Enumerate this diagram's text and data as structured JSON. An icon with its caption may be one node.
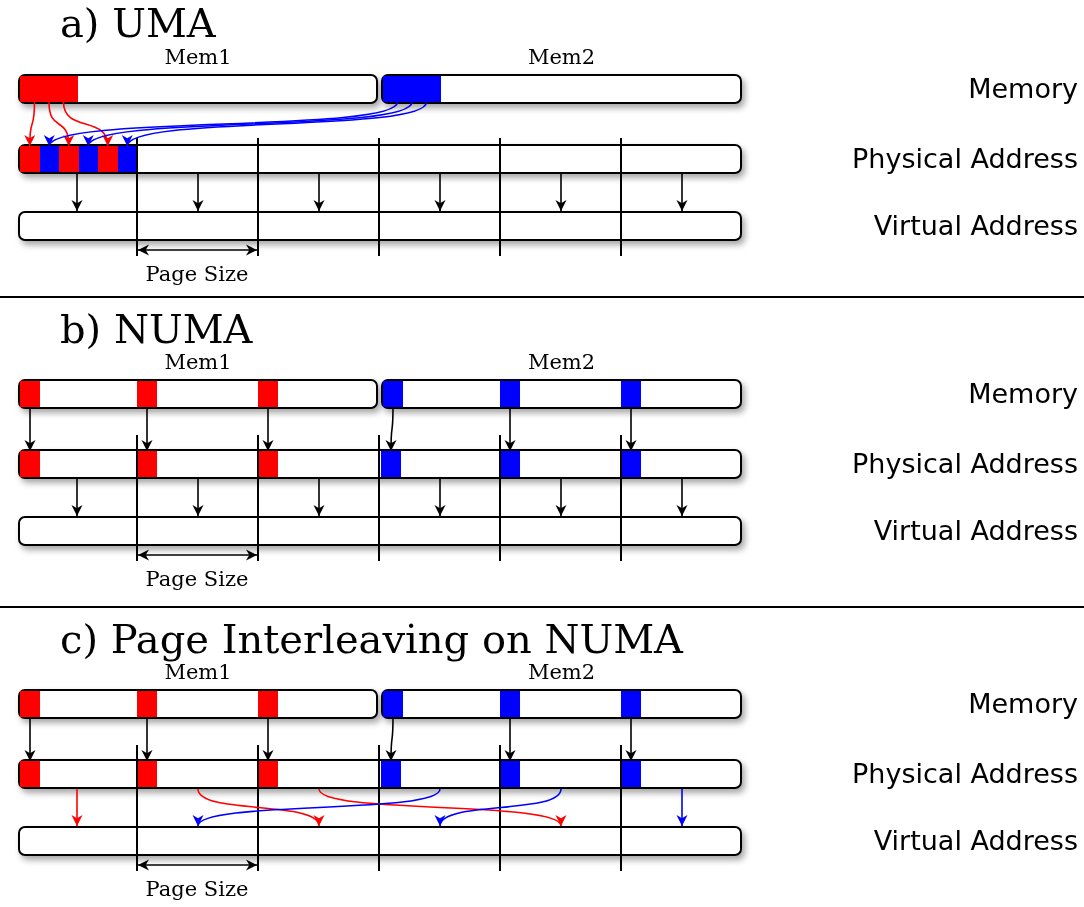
{
  "diagram": {
    "nodes": [
      {
        "text": [
          "Mem1"
        ]
      },
      {
        "text": [],
        "shape": "box",
        "in": 0
      },
      {
        "text": [
          "Mem2"
        ]
      },
      {
        "text": [],
        "shape": "box",
        "in": 2
      },
      {
        "text": [],
        "shape": "bar"
      },
      {
        "text": [],
        "shape": "box",
        "in": 4
      },
      {
        "text": [],
        "shape": "box",
        "in": 4
      },
      {
        "text": [],
        "shape": "box",
        "in": 4
      },
      {
        "text": [],
        "shape": "box",
        "in": 4
      },
      {
        "text": [],
        "shape": "box",
        "in": 4
      },
      {
        "text": [],
        "shape": "box",
        "in": 4
      },
      {
        "text": [],
        "shape": "bar"
      },
      {
        "text": [
          "Mem1"
        ]
      },
      {
        "text": [],
        "shape": "box",
        "in": 12
      },
      {
        "text": [],
        "shape": "box",
        "in": 12
      },
      {
        "text": [],
        "shape": "box",
        "in": 12
      },
      {
        "text": [
          "Mem2"
        ]
      },
      {
        "text": [],
        "shape": "box",
        "in": 16
      },
      {
        "text": [],
        "shape": "box",
        "in": 16
      },
      {
        "text": [],
        "shape": "box",
        "in": 16
      },
      {
        "text": [],
        "shape": "bar"
      },
      {
        "text": [],
        "shape": "box",
        "in": 20
      },
      {
        "text": [],
        "shape": "box",
        "in": 20
      },
      {
        "text": [],
        "shape": "box",
        "in": 20
      },
      {
        "text": [],
        "shape": "box",
        "in": 20
      },
      {
        "text": [],
        "shape": "box",
        "in": 20
      },
      {
        "text": [],
        "shape": "box",
        "in": 20
      },
      {
        "text": [],
        "shape": "bar"
      },
      {
        "text": [
          "Mem1"
        ]
      },
      {
        "text": [],
        "shape": "box",
        "in": 28
      },
      {
        "text": [],
        "shape": "box",
        "in": 28
      },
      {
        "text": [],
        "shape": "box",
        "in": 28
      },
      {
        "text": [
          "Mem2"
        ]
      },
      {
        "text": [],
        "shape": "box",
        "in": 32
      },
      {
        "text": [],
        "shape": "box",
        "in": 32
      },
      {
        "text": [],
        "shape": "box",
        "in": 32
      },
      {
        "text": [],
        "shape": "bar"
      },
      {
        "text": [],
        "shape": "box",
        "in": 36
      },
      {
        "text": [],
        "shape": "box",
        "in": 36
      },
      {
        "text": [],
        "shape": "box",
        "in": 36
      },
      {
        "text": [],
        "shape": "box",
        "in": 36
      },
      {
        "text": [],
        "shape": "box",
        "in": 36
      },
      {
        "text": [],
        "shape": "box",
        "in": 36
      },
      {
        "text": [],
        "shape": "bar"
      }
    ],
    "edges": [
      {
        "from": 1,
        "to": 5,
        "arrow": "to",
        "color": "#ff0000"
      },
      {
        "from": 1,
        "to": 7,
        "arrow": "to",
        "color": "#ff0000"
      },
      {
        "from": 1,
        "to": 9,
        "arrow": "to",
        "color": "#ff0000"
      },
      {
        "from": 3,
        "to": 6,
        "arrow": "to",
        "color": "#0000ff"
      },
      {
        "from": 3,
        "to": 8,
        "arrow": "to",
        "color": "#0000ff"
      },
      {
        "from": 3,
        "to": 10,
        "arrow": "to",
        "color": "#0000ff"
      },
      {
        "from": 4,
        "to": 11,
        "arrow": "to"
      },
      {
        "from": 4,
        "to": 11,
        "arrow": "to"
      },
      {
        "from": 4,
        "to": 11,
        "arrow": "to"
      },
      {
        "from": 4,
        "to": 11,
        "arrow": "to"
      },
      {
        "from": 4,
        "to": 11,
        "arrow": "to"
      },
      {
        "from": 4,
        "to": 11,
        "arrow": "to"
      },
      {
        "from": 13,
        "to": 21,
        "arrow": "to"
      },
      {
        "from": 14,
        "to": 22,
        "arrow": "to"
      },
      {
        "from": 15,
        "to": 23,
        "arrow": "to"
      },
      {
        "from": 17,
        "to": 24,
        "arrow": "to"
      },
      {
        "from": 18,
        "to": 25,
        "arrow": "to"
      },
      {
        "from": 19,
        "to": 26,
        "arrow": "to"
      },
      {
        "from": 20,
        "to": 27,
        "arrow": "to"
      },
      {
        "from": 20,
        "to": 27,
        "arrow": "to"
      },
      {
        "from": 20,
        "to": 27,
        "arrow": "to"
      },
      {
        "from": 20,
        "to": 27,
        "arrow": "to"
      },
      {
        "from": 20,
        "to": 27,
        "arrow": "to"
      },
      {
        "from": 20,
        "to": 27,
        "arrow": "to"
      },
      {
        "from": 29,
        "to": 37,
        "arrow": "to"
      },
      {
        "from": 30,
        "to": 38,
        "arrow": "to"
      },
      {
        "from": 31,
        "to": 39,
        "arrow": "to"
      },
      {
        "from": 33,
        "to": 40,
        "arrow": "to"
      },
      {
        "from": 34,
        "to": 41,
        "arrow": "to"
      },
      {
        "from": 35,
        "to": 42,
        "arrow": "to"
      },
      {
        "from": 36,
        "to": 43,
        "arrow": "to",
        "color": "#ff0000"
      },
      {
        "from": 36,
        "to": 43,
        "arrow": "to",
        "color": "#ff0000"
      },
      {
        "from": 36,
        "to": 43,
        "arrow": "to",
        "color": "#ff0000"
      },
      {
        "from": 36,
        "to": 43,
        "arrow": "to",
        "color": "#0000ff"
      },
      {
        "from": 36,
        "to": 43,
        "arrow": "to",
        "color": "#0000ff"
      },
      {
        "from": 36,
        "to": 43,
        "arrow": "to",
        "color": "#0000ff"
      }
    ],
    "labels": [
      "a) UMA",
      "Memory",
      "Physical Address",
      "Virtual Address",
      "Page Size",
      "b) NUMA",
      "Memory",
      "Physical Address",
      "Virtual Address",
      "Page Size",
      "c) Page Interleaving on NUMA",
      "Memory",
      "Physical Address",
      "Virtual Address",
      "Page Size"
    ]
  }
}
